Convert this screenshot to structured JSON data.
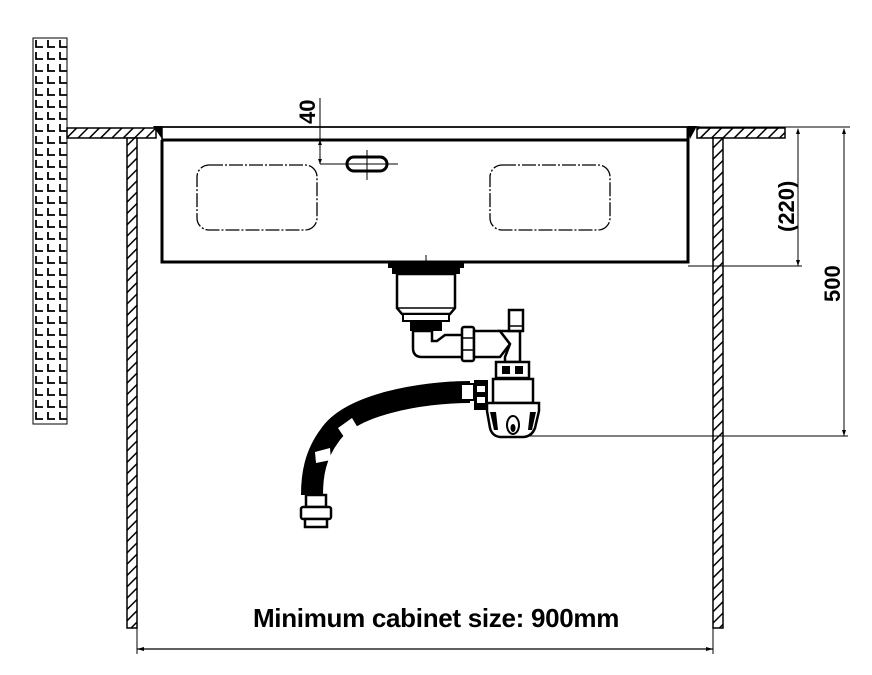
{
  "diagram": {
    "type": "technical-drawing",
    "subject": "Undermount kitchen sink installation cross-section",
    "dimensions": {
      "overflow_offset": "40",
      "bowl_depth": "(220)",
      "total_depth": "500",
      "cabinet_width_caption": "Minimum cabinet size: 900mm"
    },
    "components": [
      {
        "name": "wall",
        "fill": "brick-pattern"
      },
      {
        "name": "worktop-left",
        "fill": "hatched"
      },
      {
        "name": "worktop-right",
        "fill": "hatched"
      },
      {
        "name": "cabinet-side-left",
        "fill": "hatched"
      },
      {
        "name": "cabinet-side-right",
        "fill": "hatched"
      },
      {
        "name": "sink-body"
      },
      {
        "name": "bowl-outline-left",
        "style": "dash-dot"
      },
      {
        "name": "bowl-outline-right",
        "style": "dash-dot"
      },
      {
        "name": "overflow-slot"
      },
      {
        "name": "basket-strainer-waste"
      },
      {
        "name": "overflow-elbow-pipe"
      },
      {
        "name": "bottle-trap"
      },
      {
        "name": "flexible-hose"
      },
      {
        "name": "hose-connector"
      }
    ],
    "colors": {
      "line": "#000000",
      "background": "#ffffff"
    }
  }
}
